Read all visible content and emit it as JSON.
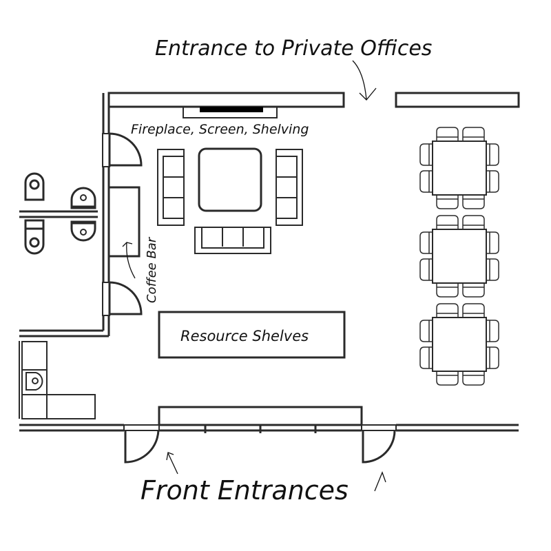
{
  "title": "Office Floor Plan",
  "labels": {
    "private_offices": "Entrance to Private Offices",
    "fireplace": "Fireplace, Screen, Shelving",
    "coffee_bar": "Coffee Bar",
    "resource_shelves": "Resource Shelves",
    "front_entrances": "Front Entrances"
  },
  "colors": {
    "line": "#2a2a2a",
    "background": "#ffffff",
    "screen": "#000000"
  },
  "dining_tables": [
    {
      "name": "table-1",
      "chairs": 8
    },
    {
      "name": "table-2",
      "chairs": 8
    },
    {
      "name": "table-3",
      "chairs": 8
    }
  ],
  "seating": {
    "sofas": 3,
    "coffee_tables": 1
  },
  "front_window_panels": 4
}
